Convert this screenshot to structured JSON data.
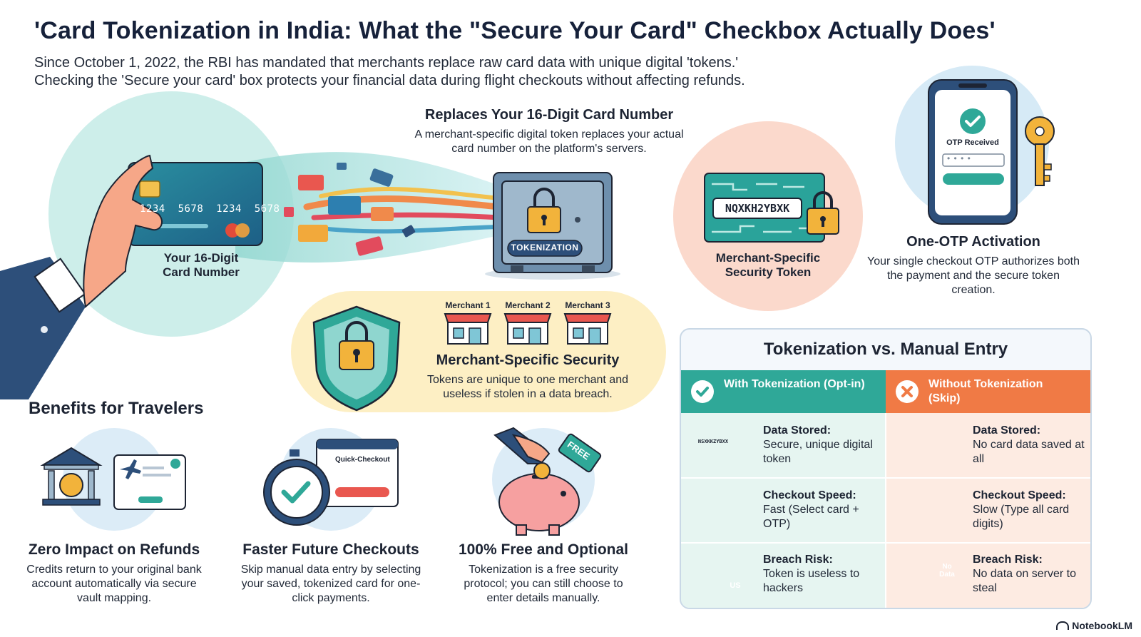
{
  "header": {
    "title": "'Card Tokenization in India: What the \"Secure Your Card\" Checkbox Actually Does'",
    "intro_line1": "Since October 1, 2022, the RBI has mandated that merchants replace raw card data with unique digital 'tokens.'",
    "intro_line2": "Checking the 'Secure your card' box protects your financial data during flight checkouts without affecting refunds."
  },
  "card": {
    "number": "1234  5678  1234  5678",
    "label": "Your 16-Digit Card Number"
  },
  "replace": {
    "title": "Replaces Your 16-Digit Card Number",
    "desc": "A merchant-specific digital token replaces your actual card number on the platform's servers."
  },
  "vault": {
    "label": "TOKENIZATION"
  },
  "token": {
    "code": "NQXKH2YBXK",
    "label": "Merchant-Specific Security Token"
  },
  "otp": {
    "screen_label": "OTP Received",
    "screen_dots": "• • • •",
    "title": "One-OTP Activation",
    "desc": "Your single checkout OTP authorizes both the payment and the secure token creation."
  },
  "merchant_security": {
    "merchants": [
      "Merchant 1",
      "Merchant 2",
      "Merchant 3"
    ],
    "title": "Merchant-Specific Security",
    "desc": "Tokens are unique to one merchant and useless if stolen in a data breach."
  },
  "benefits": {
    "heading": "Benefits for Travelers",
    "items": [
      {
        "title": "Zero Impact on Refunds",
        "desc": "Credits return to your original bank account automatically via secure vault mapping."
      },
      {
        "title": "Faster Future Checkouts",
        "desc": "Skip manual data entry by selecting your saved, tokenized card for one-click payments.",
        "badge": "Quick-Checkout"
      },
      {
        "title": "100% Free and Optional",
        "desc": "Tokenization is a free security protocol; you can still choose to enter details manually.",
        "tag": "FREE"
      }
    ]
  },
  "comparison": {
    "title": "Tokenization vs. Manual Entry",
    "with_label": "With Tokenization (Opt-in)",
    "without_label": "Without Tokenization (Skip)",
    "with_color": "#2fa898",
    "without_color": "#f07a45",
    "rows": [
      {
        "head": "Data Stored:",
        "with_text": "Secure, unique digital token",
        "without_text": "No card data saved at all",
        "mini_token": "NSXKKZYBXX"
      },
      {
        "head": "Checkout Speed:",
        "with_text": "Fast (Select card + OTP)",
        "without_text": "Slow (Type all card digits)"
      },
      {
        "head": "Breach Risk:",
        "with_text": "Token is useless to hackers",
        "without_text": "No data on server to steal",
        "us_badge": "US",
        "no_data_badge": "No Data"
      }
    ]
  },
  "brand": "NotebookLM"
}
